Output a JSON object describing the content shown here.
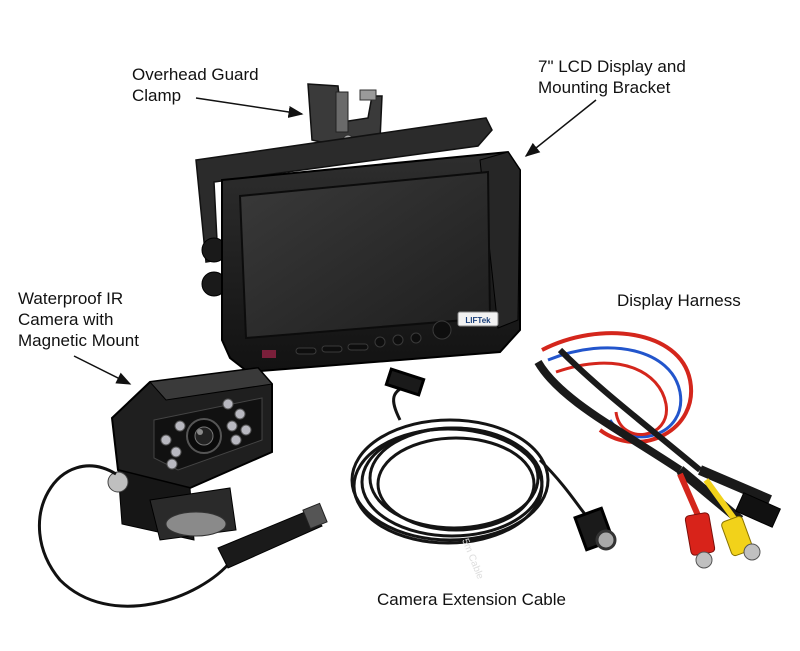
{
  "labels": {
    "clamp": "Overhead Guard\nClamp",
    "lcd": "7\" LCD Display and\nMounting Bracket",
    "camera": "Waterproof IR\nCamera with\nMagnetic Mount",
    "harness": "Display Harness",
    "cable": "Camera Extension Cable"
  },
  "monitor_logo": "LIFTek",
  "cable_tag": "5m Cable",
  "colors": {
    "background": "#ffffff",
    "device_body": "#1c1c1c",
    "screen": "#2a2a2a",
    "wire_red": "#d4261c",
    "wire_blue": "#2255cc",
    "rca_yellow": "#f2d21a",
    "rca_red": "#d8231a",
    "ir_led": "#b8b8c0"
  }
}
